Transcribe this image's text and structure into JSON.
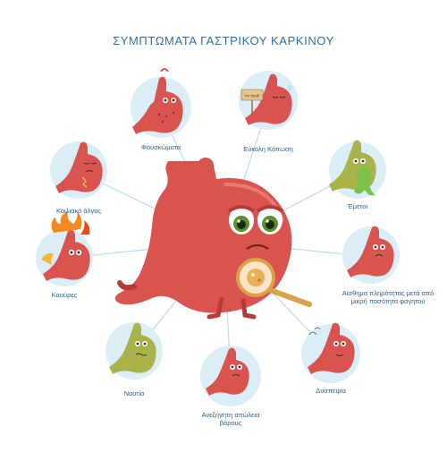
{
  "title": "ΣΥΜΠΤΩΜΑΤΑ ΓΑΣΤΡΙΚΟΥ ΚΑΡΚΙΝΟΥ",
  "symptoms": [
    "Φουσκώματα",
    "Εύκολη Κόπωση",
    "Έμετοι",
    "Αίσθημα πληρότητας μετά από μικρή ποσότητα φαγητού",
    "Δυσπεψία",
    "Ανεξήγητη απώλεια βάρους",
    "Ναυτία",
    "Καούρες",
    "Κοιλιακό άλγος"
  ],
  "sign_text": "I'm tired!",
  "colors": {
    "title": "#2e6f9e",
    "label": "#2a5f88",
    "circle": "#dbeef8",
    "stomach": "#d9534f",
    "stomach_dark": "#b63a37",
    "connector": "#b9dcef",
    "nausea_green": "#a9b34a",
    "vomit_green": "#7cc24a"
  }
}
